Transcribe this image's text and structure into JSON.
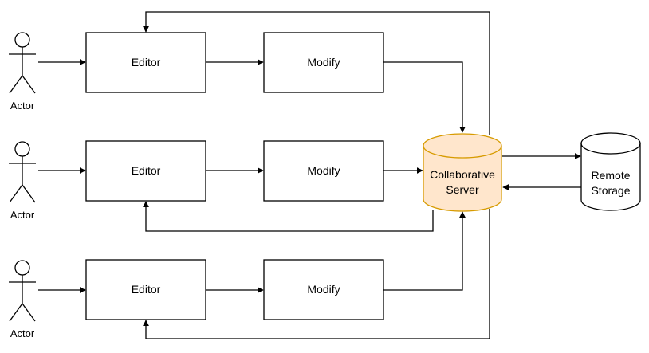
{
  "actors": [
    {
      "label": "Actor"
    },
    {
      "label": "Actor"
    },
    {
      "label": "Actor"
    }
  ],
  "rows": [
    {
      "editor": "Editor",
      "modify": "Modify"
    },
    {
      "editor": "Editor",
      "modify": "Modify"
    },
    {
      "editor": "Editor",
      "modify": "Modify"
    }
  ],
  "server": {
    "line1": "Collaborative",
    "line2": "Server",
    "fill": "#ffe6cc",
    "stroke": "#d79b00"
  },
  "storage": {
    "line1": "Remote",
    "line2": "Storage"
  }
}
